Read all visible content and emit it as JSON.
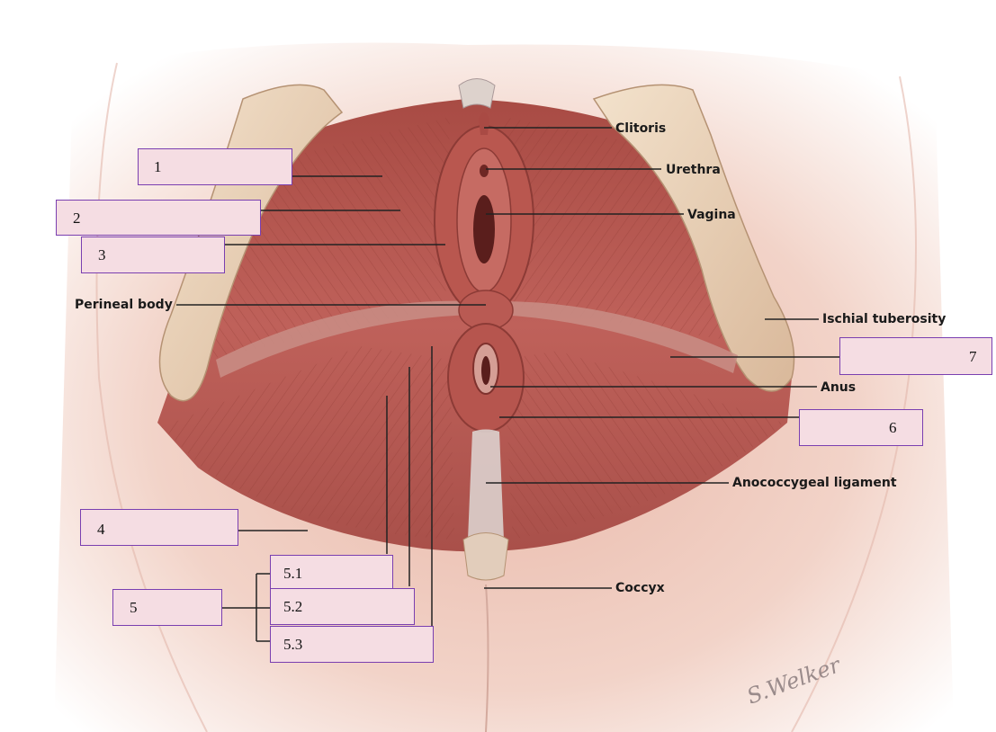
{
  "labels": {
    "clitoris": "Clitoris",
    "urethra": "Urethra",
    "vagina": "Vagina",
    "perineal_body": "Perineal body",
    "ischial_tuberosity": "Ischial tuberosity",
    "anus": "Anus",
    "anococcygeal_ligament": "Anococcygeal ligament",
    "coccyx": "Coccyx"
  },
  "answer_boxes": {
    "b1": "1",
    "b2": "2",
    "b3": "3",
    "b4": "4",
    "b5": "5",
    "b5_1": "5.1",
    "b5_2": "5.2",
    "b5_3": "5.3",
    "b6": "6",
    "b7": "7"
  },
  "signature": "S.Welker",
  "colors": {
    "muscle": "#b3544c",
    "bone": "#e7cfb4",
    "skin": "#f0d0c4",
    "box_fill": "#f5dde3",
    "box_border": "#7a3fb0"
  }
}
